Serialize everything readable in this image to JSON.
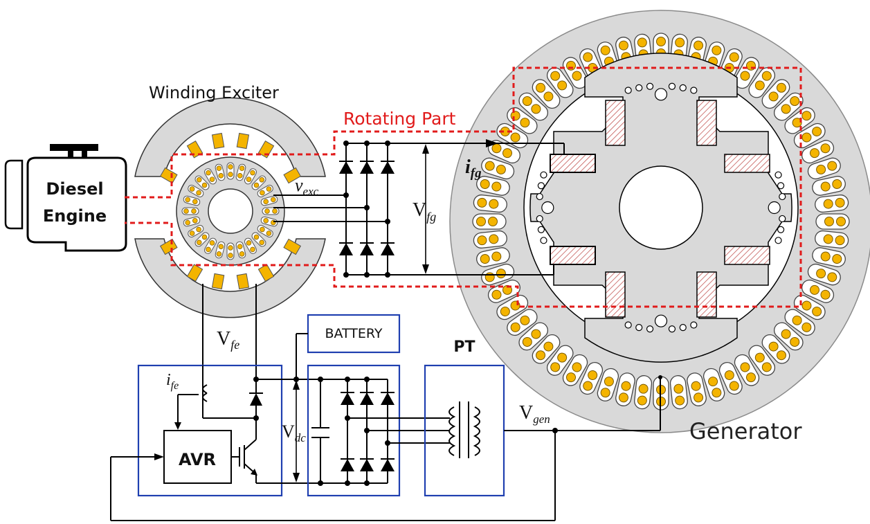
{
  "labels": {
    "winding_exciter": "Winding Exciter",
    "rotating_part": "Rotating Part",
    "diesel_line1": "Diesel",
    "diesel_line2": "Engine",
    "battery": "BATTERY",
    "pt": "PT",
    "avr": "AVR",
    "generator": "Generator"
  },
  "symbols": {
    "v_exc_main": "v",
    "v_exc_sub": "exc",
    "i_fg_main": "i",
    "i_fg_sub": "fg",
    "V_fg_main": "V",
    "V_fg_sub": "fg",
    "V_fe_main": "V",
    "V_fe_sub": "fe",
    "i_fe_main": "i",
    "i_fe_sub": "fe",
    "V_dc_main": "V",
    "V_dc_sub": "dc",
    "V_gen_main": "V",
    "V_gen_sub": "gen"
  },
  "colors": {
    "rotating_boundary": "#e11b1b",
    "control_boxes": "#1f3fb0",
    "stator_fill": "#d9d9d9",
    "conductor": "#f4b400",
    "field_pole_hatch": "#c0504d"
  }
}
